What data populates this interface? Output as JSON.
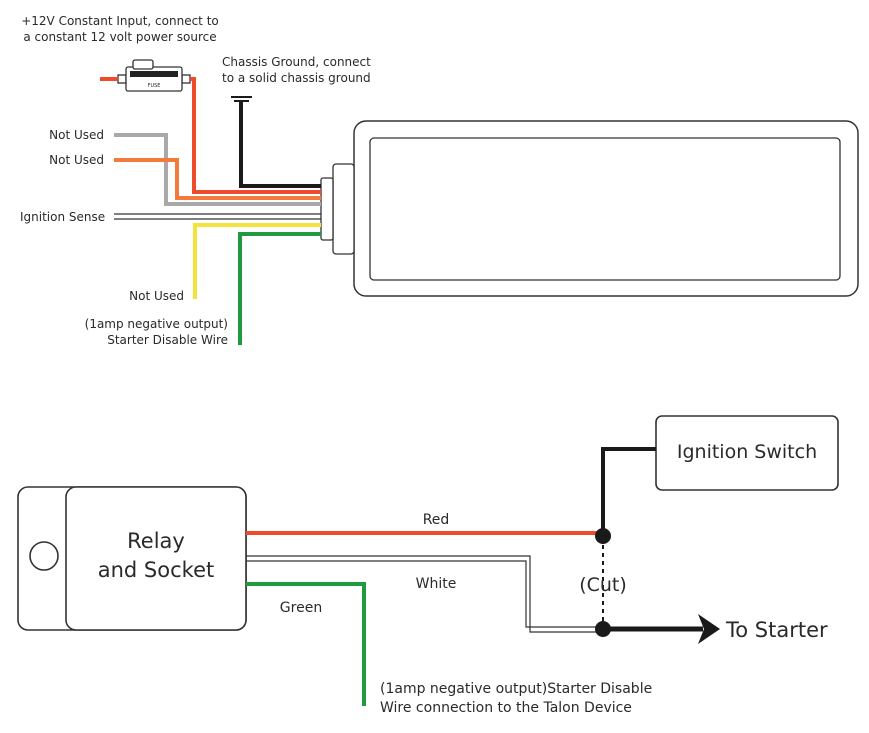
{
  "top_diagram": {
    "constant_input_line1": "+12V Constant Input, connect to",
    "constant_input_line2": "a constant 12 volt power source",
    "fuse_label": "FUSE",
    "ground_line1": "Chassis Ground, connect",
    "ground_line2": "to a solid chassis ground",
    "not_used_gray": "Not Used",
    "not_used_orange": "Not Used",
    "ignition_sense": "Ignition Sense",
    "not_used_yellow": "Not Used",
    "starter_line1": "(1amp negative output)",
    "starter_line2": "Starter Disable Wire"
  },
  "bottom_diagram": {
    "relay_line1": "Relay",
    "relay_line2": "and Socket",
    "ignition_switch": "Ignition Switch",
    "red_label": "Red",
    "white_label": "White",
    "green_label": "Green",
    "cut_label": "(Cut)",
    "to_starter": "To Starter",
    "starter_line1": "(1amp negative output)Starter Disable",
    "starter_line2": "Wire connection to the Talon Device"
  },
  "colors": {
    "red_wire": "#ee4a2c",
    "orange_wire": "#f47a3c",
    "gray_wire": "#a9a9a9",
    "yellow_wire": "#f6e23c",
    "green_wire": "#1f9a3e",
    "black_wire": "#1a1a1a"
  }
}
